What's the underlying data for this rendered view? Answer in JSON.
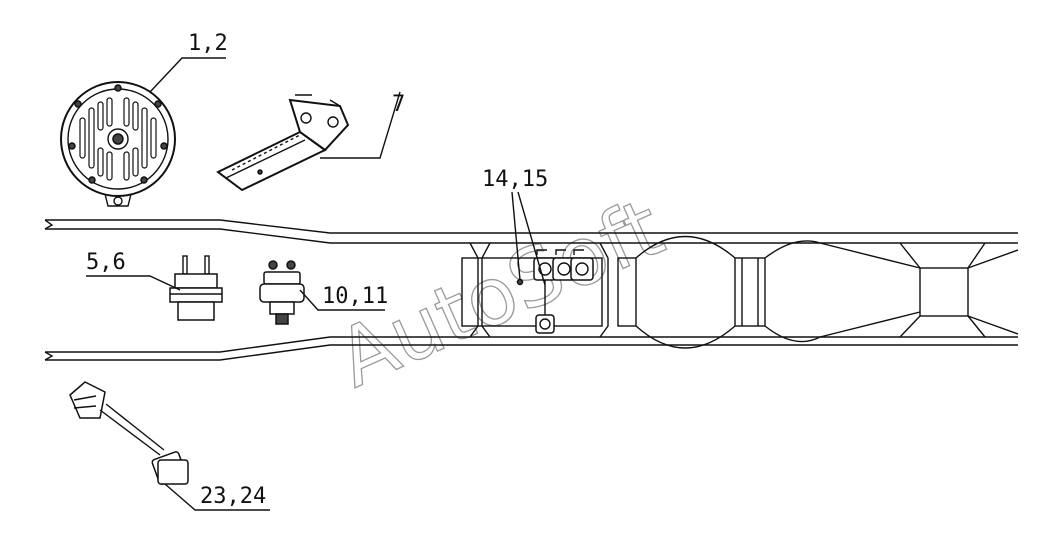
{
  "callouts": {
    "horn": "1,2",
    "bracket": "7",
    "relays": "14,15",
    "switch_a": "5,6",
    "switch_b": "10,11",
    "sensor": "23,24"
  },
  "watermark": "AutoSoft"
}
